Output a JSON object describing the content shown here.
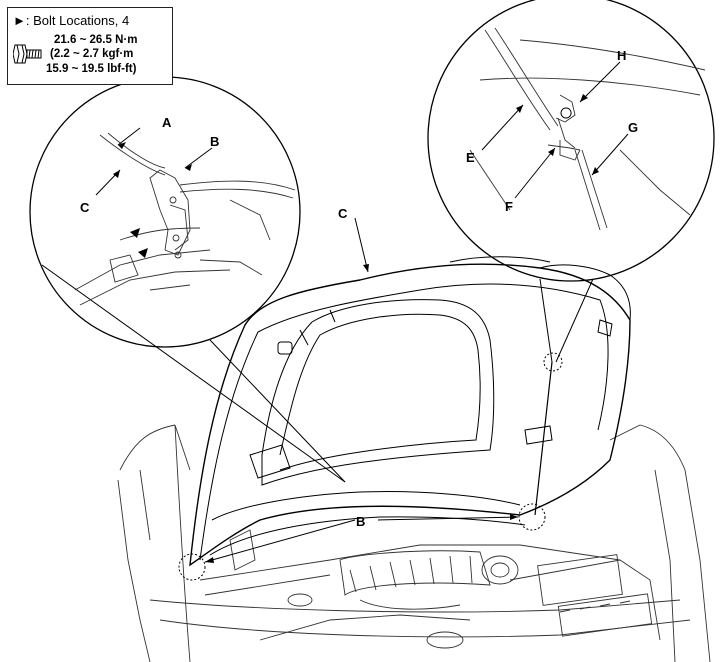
{
  "legend": {
    "title": "►: Bolt Locations, 4",
    "torque_nm": "21.6 ~ 26.5 N·m",
    "torque_kgf": "(2.2 ~ 2.7 kgf·m",
    "torque_lbf": "15.9 ~ 19.5 lbf-ft)",
    "icon": "bolt-icon"
  },
  "callouts": {
    "a": "A",
    "b_detail": "B",
    "c_detail": "C",
    "c_main": "C",
    "b_main": "B",
    "e": "E",
    "f": "F",
    "g": "G",
    "h": "H"
  }
}
